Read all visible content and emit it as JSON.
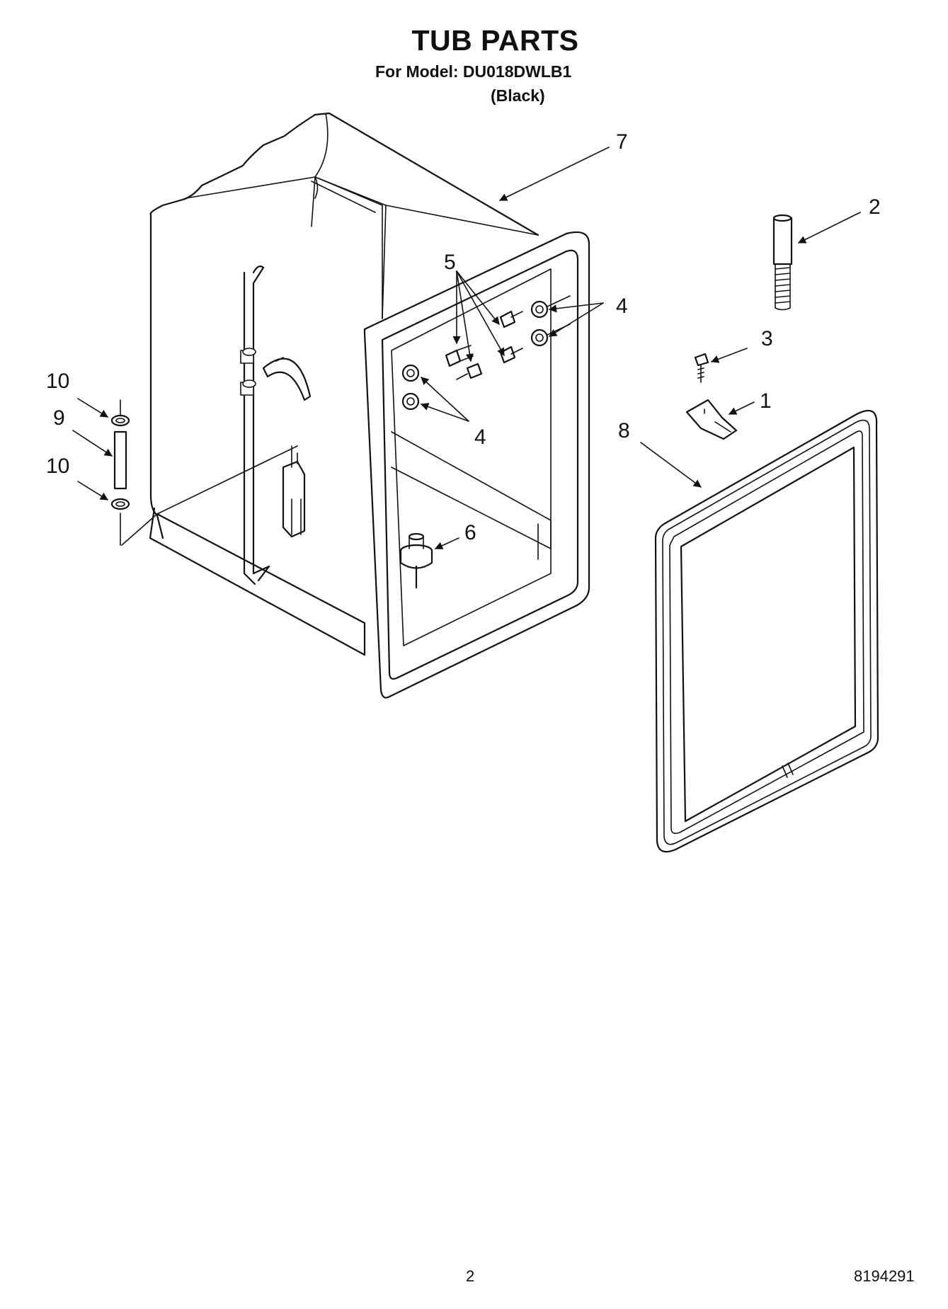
{
  "header": {
    "title": "TUB PARTS",
    "model_line": "For Model: DU018DWLB1",
    "variant": "(Black)"
  },
  "callouts": {
    "c1": "1",
    "c2": "2",
    "c3": "3",
    "c4a": "4",
    "c4b": "4",
    "c5": "5",
    "c6": "6",
    "c7": "7",
    "c8": "8",
    "c9": "9",
    "c10a": "10",
    "c10b": "10"
  },
  "footer": {
    "page_number": "2",
    "document_number": "8194291"
  }
}
